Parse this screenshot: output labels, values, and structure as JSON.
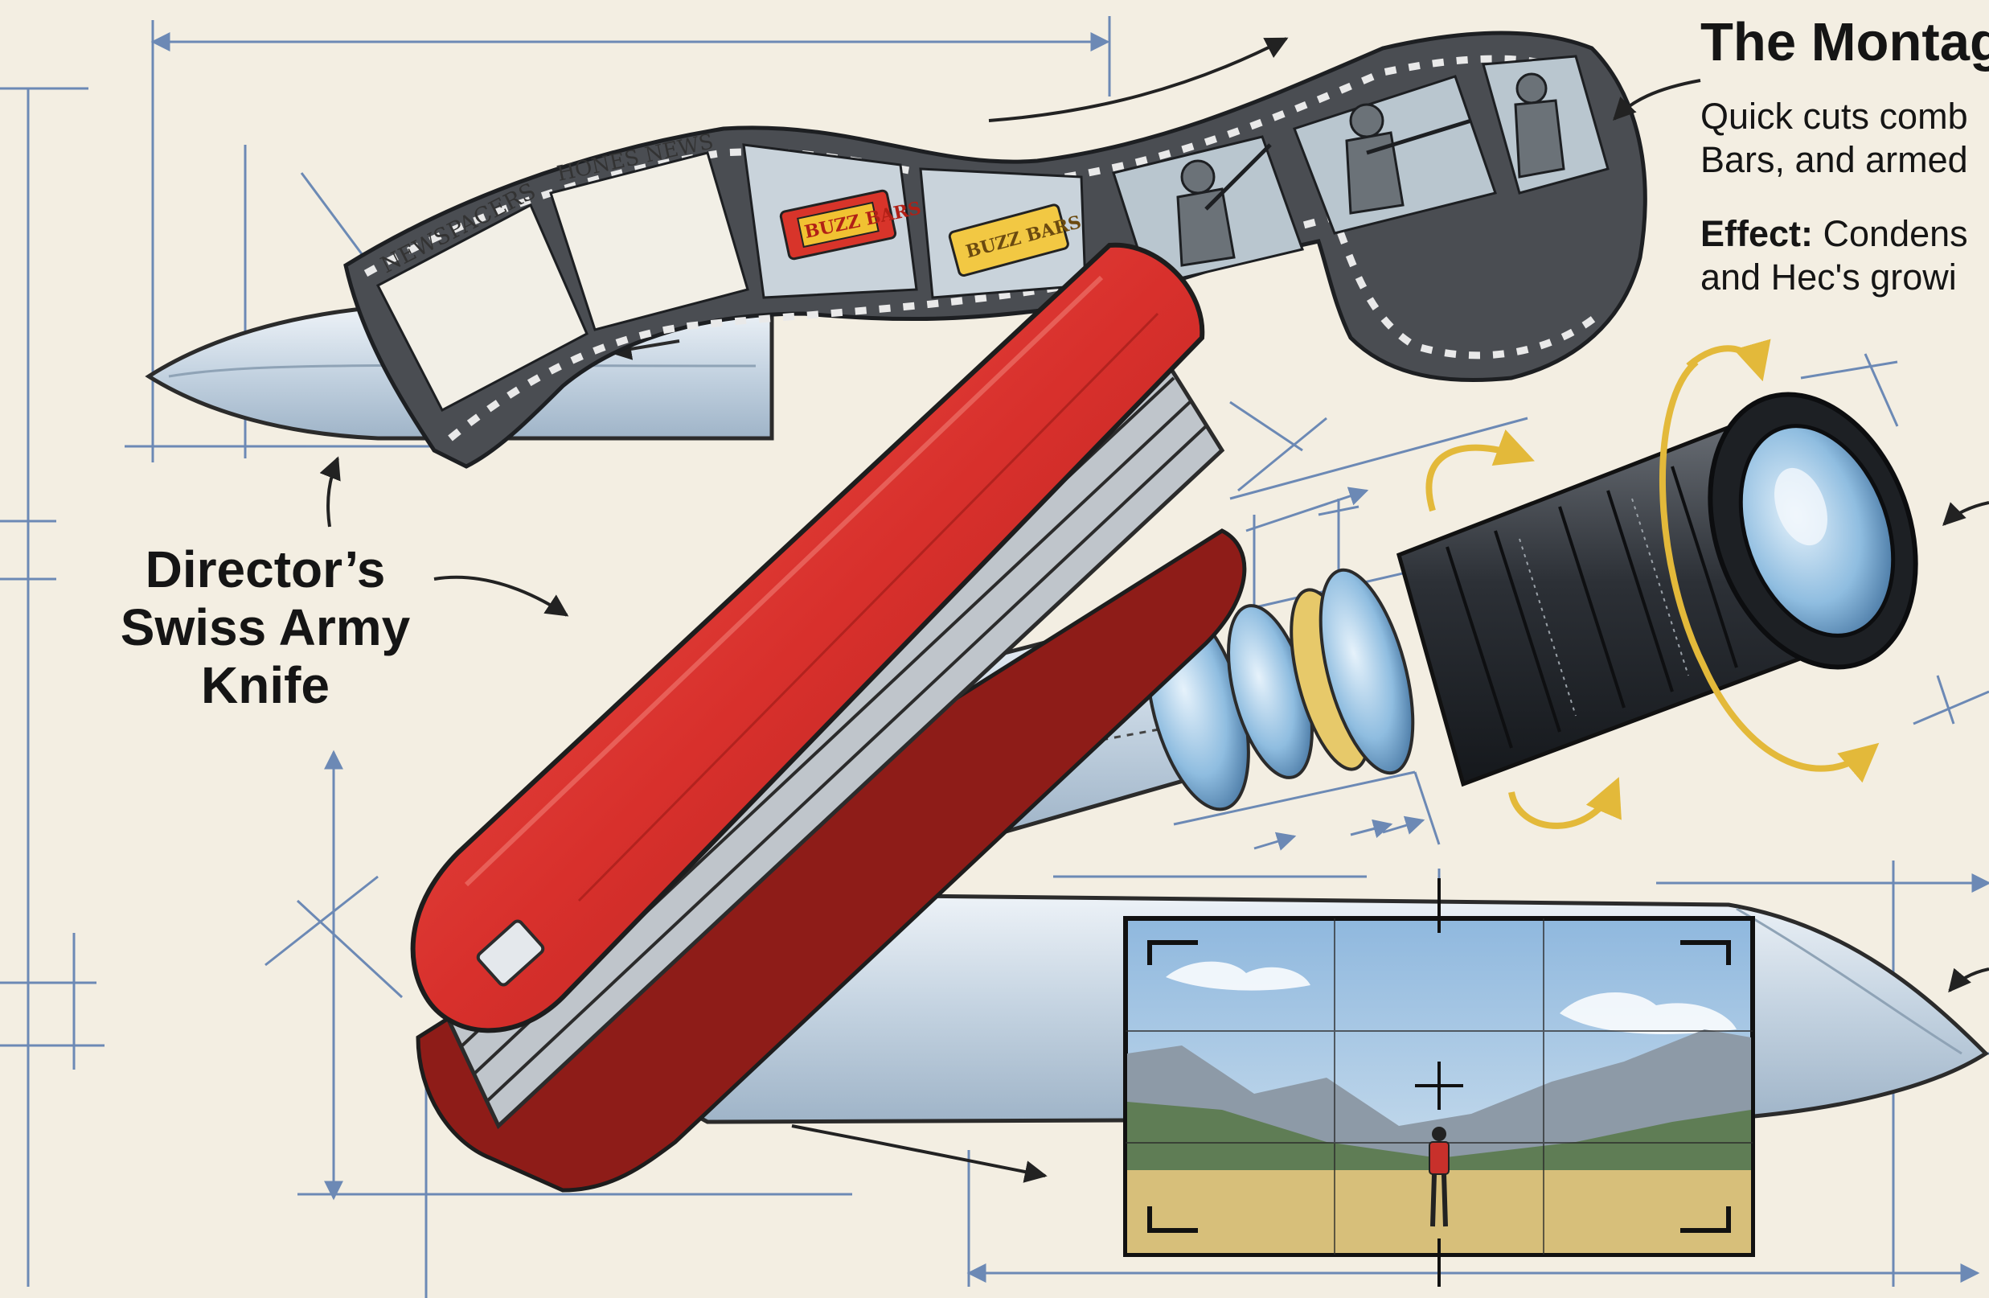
{
  "illustration": {
    "title_lines": [
      "Director’s",
      "Swiss Army",
      "Knife"
    ],
    "film_strip": {
      "frames": [
        {
          "subject": "newspaper",
          "text": "NEWSPACERS"
        },
        {
          "subject": "newspaper",
          "text": "HONES NEWS"
        },
        {
          "subject": "candy-bar",
          "text": "BUZZ BARS"
        },
        {
          "subject": "candy-bar",
          "text": "BUZZ BARS"
        },
        {
          "subject": "soldier"
        },
        {
          "subject": "soldier"
        },
        {
          "subject": "soldier"
        }
      ]
    },
    "colors": {
      "background": "#f3eee2",
      "knife_red": "#d8302c",
      "blueprint_lines": "#3f68a6",
      "accent_yellow": "#e3b93a",
      "blade_steel": "#c9d6e2"
    }
  },
  "panel": {
    "title": "The Montag",
    "desc_lines": [
      "Quick cuts comb",
      "Bars, and armed"
    ],
    "effect_label": "Effect:",
    "effect_lines": [
      " Condens",
      "and Hec's growi"
    ]
  }
}
